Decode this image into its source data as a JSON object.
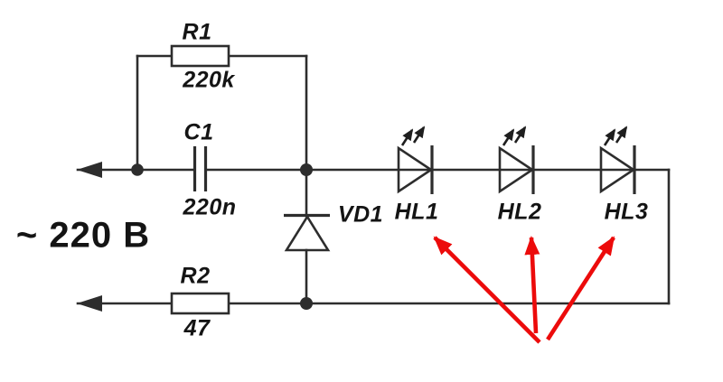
{
  "diagram": {
    "type": "circuit-schematic",
    "description": "Capacitive dropper LED circuit powered from AC mains",
    "source_label": "~ 220 В",
    "components": {
      "r1": {
        "ref": "R1",
        "value": "220k"
      },
      "c1": {
        "ref": "C1",
        "value": "220n"
      },
      "vd1": {
        "ref": "VD1"
      },
      "r2": {
        "ref": "R2",
        "value": "47"
      },
      "hl1": {
        "ref": "HL1"
      },
      "hl2": {
        "ref": "HL2"
      },
      "hl3": {
        "ref": "HL3"
      }
    },
    "colors": {
      "wire": "#2d2d2d",
      "text": "#141414",
      "annotation_arrow": "#ec0b0b",
      "background": "#ffffff"
    }
  }
}
